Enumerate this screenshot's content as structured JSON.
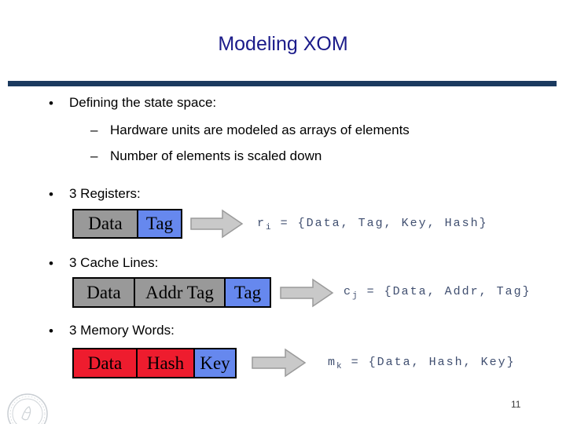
{
  "slide": {
    "title": "Modeling XOM",
    "page_number": "11"
  },
  "markers": {
    "bullet": "•",
    "dash": "–"
  },
  "colors": {
    "title_navy": "#1b1b8a",
    "rule_navy": "#1b3a5f",
    "formula_slate": "#404f70",
    "cell_gray": "#999999",
    "cell_blue": "#6688ee",
    "cell_red": "#ee1c2e",
    "arrow_fill": "#c9c9c9",
    "arrow_stroke": "#9a9a9a"
  },
  "bullets": {
    "defining": {
      "label": "Defining the state space:",
      "sub_items": [
        "Hardware units are modeled as arrays of elements",
        "Number of elements is scaled down"
      ]
    },
    "registers_label": "3 Registers:",
    "cache_label": "3 Cache Lines:",
    "memory_label": "3 Memory Words:"
  },
  "rows": {
    "registers": {
      "cells": [
        {
          "label": "Data",
          "color": "gray"
        },
        {
          "label": "Tag",
          "color": "blue"
        }
      ],
      "formula": {
        "var": "r",
        "sub": "i",
        "rhs": " = {Data, Tag, Key, Hash}"
      }
    },
    "cache": {
      "cells": [
        {
          "label": "Data",
          "color": "gray"
        },
        {
          "label": "Addr Tag",
          "color": "gray"
        },
        {
          "label": "Tag",
          "color": "blue"
        }
      ],
      "formula": {
        "var": "c",
        "sub": "j",
        "rhs": " = {Data, Addr, Tag}"
      }
    },
    "memory": {
      "cells": [
        {
          "label": "Data",
          "color": "red"
        },
        {
          "label": "Hash",
          "color": "red"
        },
        {
          "label": "Key",
          "color": "blue"
        }
      ],
      "formula": {
        "var": "m",
        "sub": "k",
        "rhs": " = {Data, Hash, Key}"
      }
    }
  }
}
